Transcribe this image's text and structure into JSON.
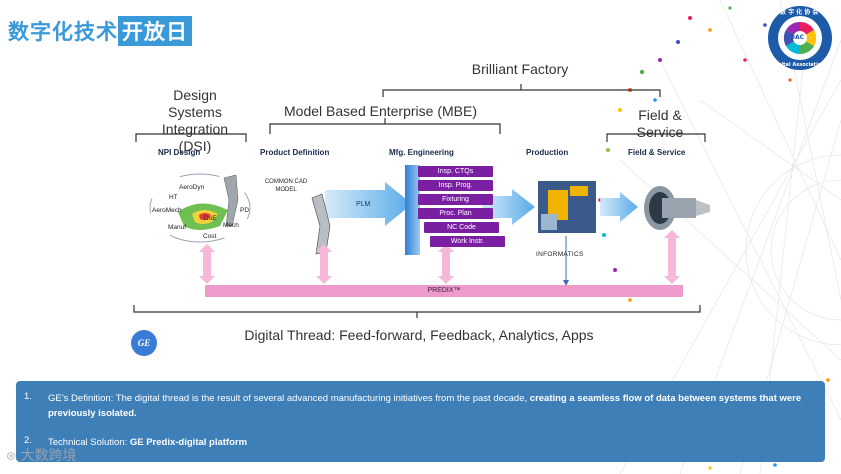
{
  "title": {
    "part1": "数字化技术",
    "part2": "开放日"
  },
  "logo": {
    "top_text": "数 字 化 协 会",
    "center_text": "DAC",
    "bottom_text": "Digital Association"
  },
  "diagram": {
    "brilliant_factory": "Brilliant Factory",
    "mbe": "Model Based Enterprise (MBE)",
    "dsi": "Design Systems Integration (DSI)",
    "field_service_top": "Field & Service",
    "stages": [
      "NPI Design",
      "Product Definition",
      "Mfg. Engineering",
      "Production",
      "Field & Service"
    ],
    "cloud_items": [
      "AeroDyn",
      "HT",
      "AeroMech",
      "DoE",
      "PD",
      "Manuf",
      "Mech",
      "Cost"
    ],
    "common_cad": "COMMON CAD MODEL",
    "plm": "PLM",
    "mfg_items": [
      "Insp. CTQs",
      "Insp. Prog.",
      "Fixturing",
      "Proc. Plan",
      "NC Code",
      "Work Instr."
    ],
    "informatics": "INFORMATICS",
    "predix": "PREDIX™",
    "digital_thread": "Digital Thread: Feed-forward, Feedback, Analytics, Apps"
  },
  "ge_logo": "GE",
  "bottom": {
    "item1_num": "1.",
    "item1_text": "GE’s Definition: The digital thread is the result of several advanced manufacturing initiatives from the past decade, ",
    "item1_bold": "creating a seamless flow of data between systems that were previously isolated.",
    "item2_num": "2.",
    "item2_text": "Technical Solution: ",
    "item2_bold": "GE Predix-digital platform"
  },
  "watermark": "大数跨境"
}
